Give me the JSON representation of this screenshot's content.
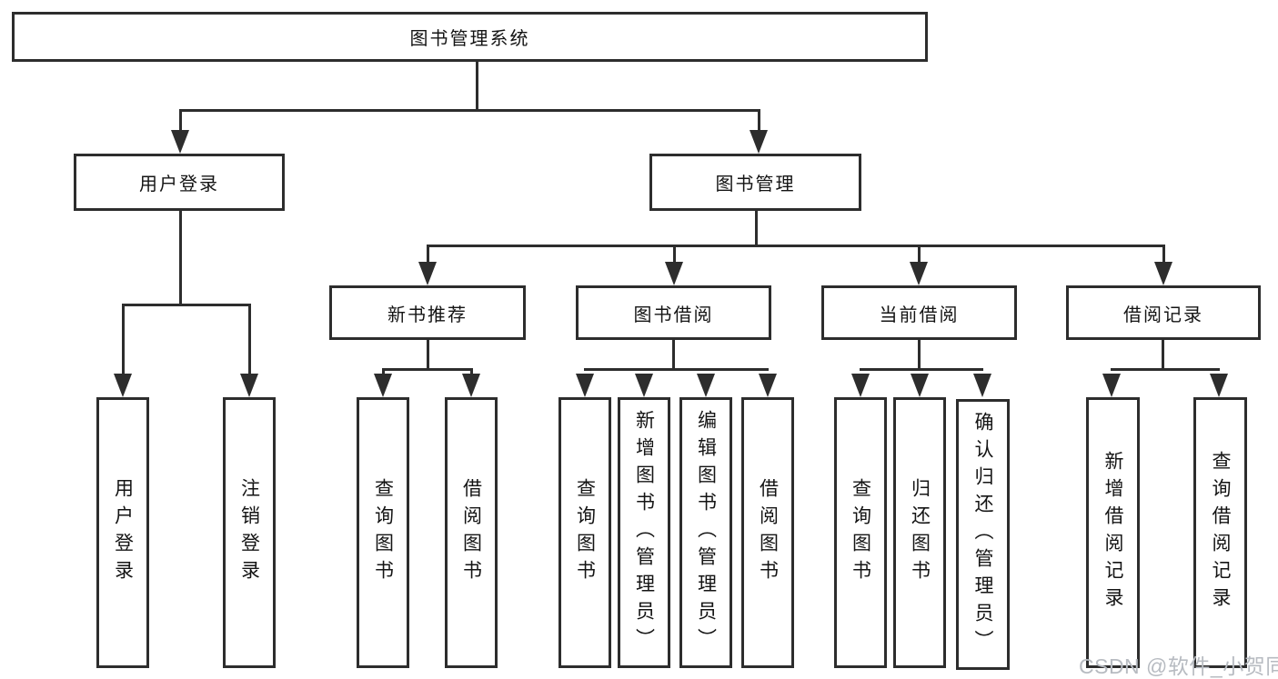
{
  "watermark": "CSDN @软件_小贺同学",
  "colors": {
    "line": "#2d2d2d",
    "text": "#141414",
    "watermark": "#b7bbc1",
    "background": "#ffffff"
  },
  "tree": {
    "label": "图书管理系统",
    "children": [
      {
        "label": "用户登录",
        "children": [
          {
            "label": "用户登录"
          },
          {
            "label": "注销登录"
          }
        ]
      },
      {
        "label": "图书管理",
        "children": [
          {
            "label": "新书推荐",
            "children": [
              {
                "label": "查询图书"
              },
              {
                "label": "借阅图书"
              }
            ]
          },
          {
            "label": "图书借阅",
            "children": [
              {
                "label": "查询图书"
              },
              {
                "label": "新增图书（管理员）"
              },
              {
                "label": "编辑图书（管理员）"
              },
              {
                "label": "借阅图书"
              }
            ]
          },
          {
            "label": "当前借阅",
            "children": [
              {
                "label": "查询图书"
              },
              {
                "label": "归还图书"
              },
              {
                "label": "确认归还（管理员）"
              }
            ]
          },
          {
            "label": "借阅记录",
            "children": [
              {
                "label": "新增借阅记录"
              },
              {
                "label": "查询借阅记录"
              }
            ]
          }
        ]
      }
    ]
  }
}
